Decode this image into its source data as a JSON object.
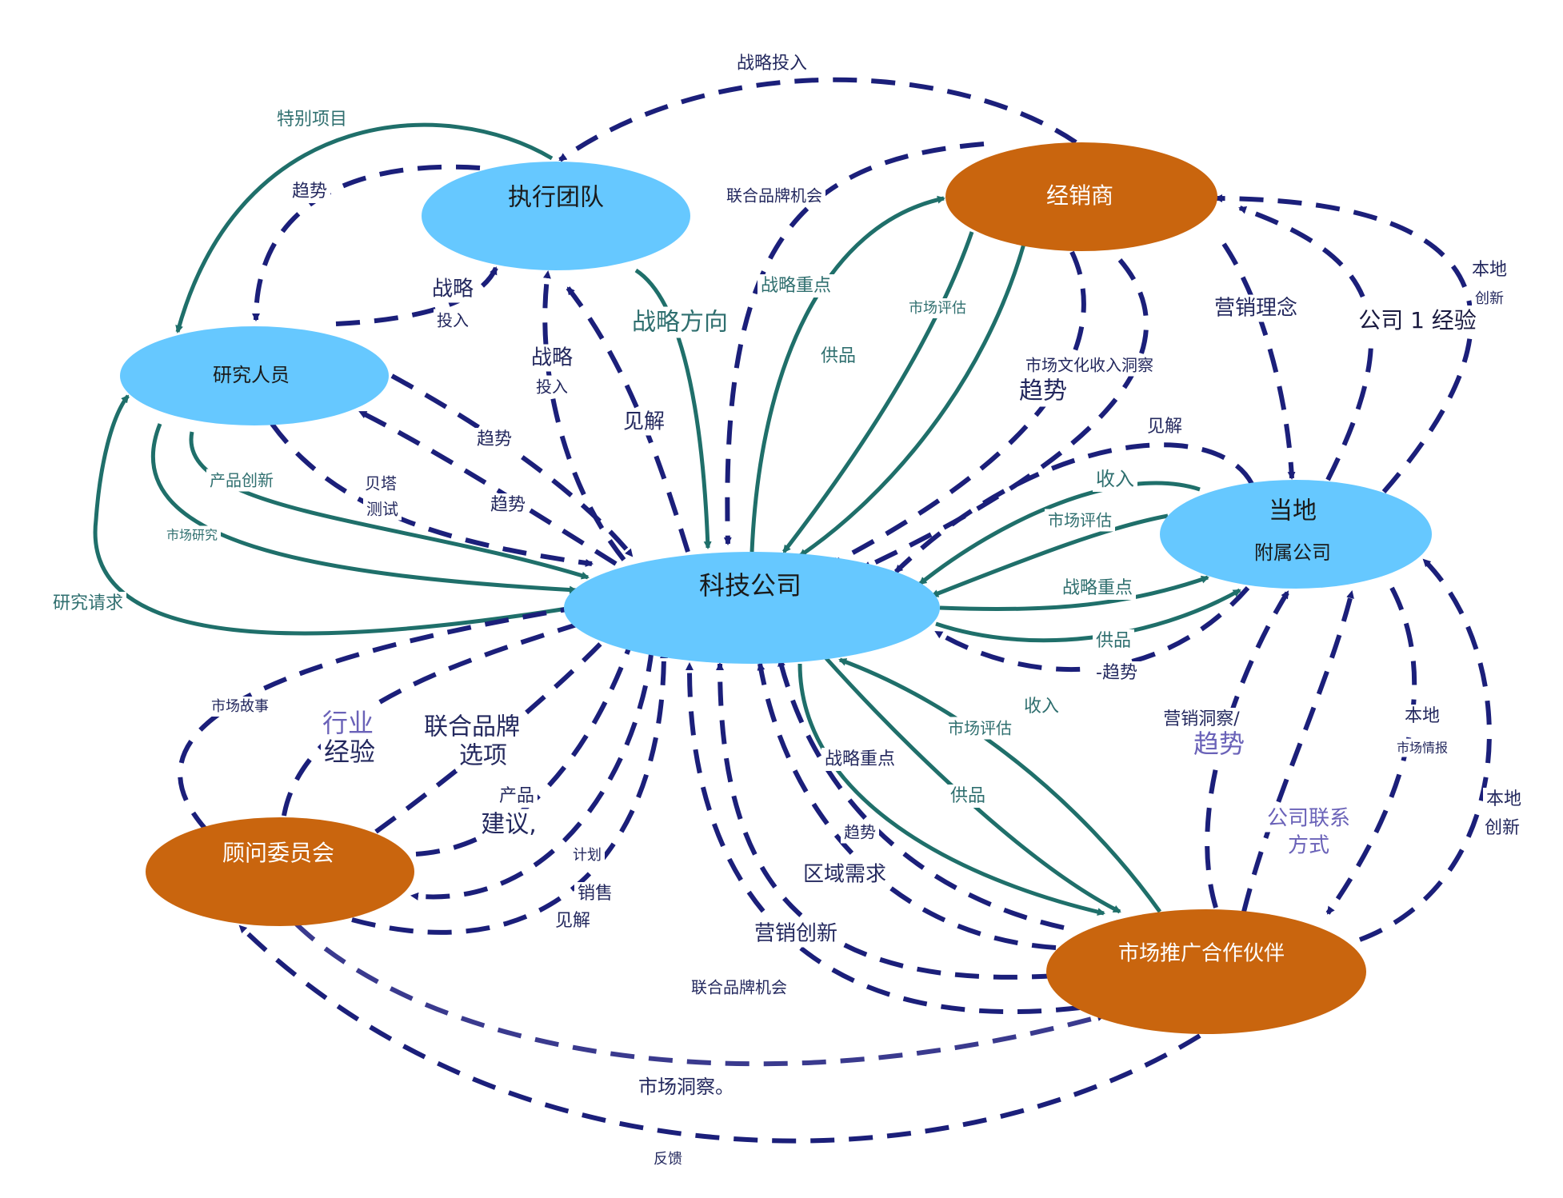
{
  "colors": {
    "blue_node": "#66c8ff",
    "orange_node": "#c9650e",
    "dashed_edge": "#1b1f7a",
    "solid_edge": "#1f6f6a",
    "label_teal": "#2f6f6f",
    "label_navy": "#23285e",
    "label_purple": "#6a62b8"
  },
  "nodes": {
    "tech": "科技公司",
    "exec": "执行团队",
    "research": "研究人员",
    "dealer": "经销商",
    "local_l1": "当地",
    "local_l2": "附属公司",
    "advisory": "顾问委员会",
    "marketing": "市场推广合作伙伴"
  },
  "labels": {
    "strategic_input_top": "战略投入",
    "special_project": "特别项目",
    "trend_left_top": "趋势",
    "cobrand_opportunity_top": "联合品牌机会",
    "strategy_l1": "战略",
    "input_l1": "投入",
    "strategy_l2": "战略",
    "input_l2": "投入",
    "strategic_direction": "战略方向",
    "insight_exec": "见解",
    "strategic_focus_dealer": "战略重点",
    "market_eval_dealer": "市场评估",
    "supply_dealer": "供品",
    "market_culture": "市场文化收入洞察",
    "trend_dealer": "趋势",
    "marketing_concept": "营销理念",
    "local_innovation_a1": "本地",
    "local_innovation_a2": "创新",
    "company1_experience": "公司 1 经验",
    "insight_local": "见解",
    "income_local": "收入",
    "market_eval_local": "市场评估",
    "strategic_focus_local": "战略重点",
    "supply_local": "供品",
    "trend_local": "-趋势",
    "trend_research_1": "趋势",
    "trend_research_2": "趋势",
    "beta_1": "贝塔",
    "beta_2": "测试",
    "product_innovation": "产品创新",
    "market_research": "市场研究",
    "research_request": "研究请求",
    "market_story": "市场故事",
    "industry": "行业",
    "experience": "经验",
    "cobrand_options_1": "联合品牌",
    "cobrand_options_2": "选项",
    "product": "产品",
    "suggestion": "建议,",
    "plan": "计划",
    "sales": "销售",
    "insight_adv": "见解",
    "income_mp": "收入",
    "market_eval_mp": "市场评估",
    "strategic_focus_mp": "战略重点",
    "supply_mp": "供品",
    "trend_mp": "趋势",
    "regional_demand": "区域需求",
    "marketing_innovation": "营销创新",
    "cobrand_opportunity_bottom": "联合品牌机会",
    "marketing_insight_1": "营销洞察/",
    "marketing_insight_2": "趋势",
    "local_a": "本地",
    "market_intel": "市场情报",
    "company_contact_1": "公司联系",
    "company_contact_2": "方式",
    "local_innovation_b1": "本地",
    "local_innovation_b2": "创新",
    "market_insight": "市场洞察。",
    "feedback": "反馈"
  }
}
